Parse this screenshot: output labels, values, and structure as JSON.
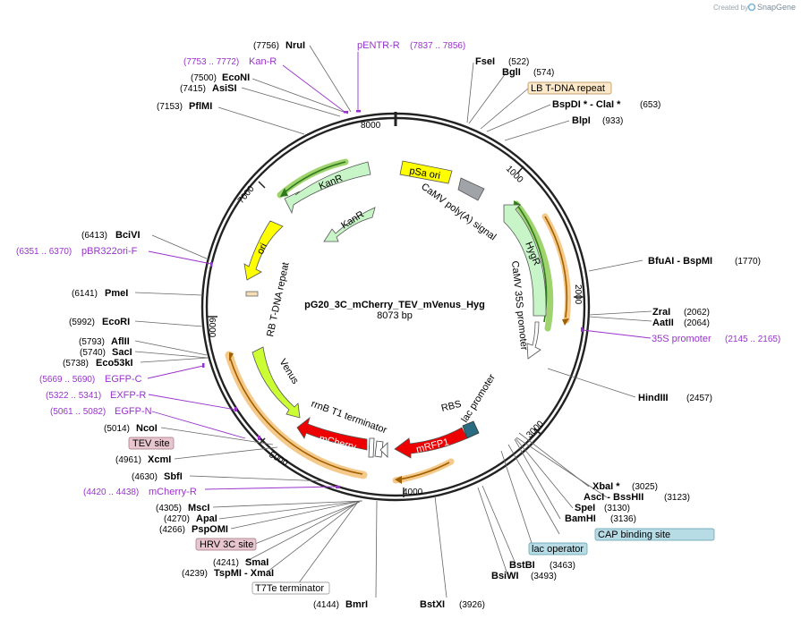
{
  "credit": "Created by",
  "brand": "SnapGene",
  "plasmid": {
    "name": "pG20_3C_mCherry_TEV_mVenus_Hyg",
    "size": "8073 bp"
  },
  "ticks": [
    "1000",
    "2000",
    "3000",
    "4000",
    "5000",
    "6000",
    "7000",
    "8000"
  ],
  "enzymes": [
    {
      "pos": "(7756)",
      "name": "NruI"
    },
    {
      "pos": "(522)",
      "name": "FseI"
    },
    {
      "pos": "(574)",
      "name": "BglI"
    },
    {
      "pos": "(7500)",
      "name": "EcoNI"
    },
    {
      "pos": "(7415)",
      "name": "AsiSI"
    },
    {
      "pos": "(7153)",
      "name": "PflMI"
    },
    {
      "pos": "(653)",
      "name": "BspDI * - ClaI *"
    },
    {
      "pos": "(933)",
      "name": "BlpI"
    },
    {
      "pos": "(6413)",
      "name": "BciVI"
    },
    {
      "pos": "(1770)",
      "name": "BfuAI - BspMI"
    },
    {
      "pos": "(6141)",
      "name": "PmeI"
    },
    {
      "pos": "(5992)",
      "name": "EcoRI"
    },
    {
      "pos": "(2062)",
      "name": "ZraI"
    },
    {
      "pos": "(2064)",
      "name": "AatII"
    },
    {
      "pos": "(5793)",
      "name": "AflII"
    },
    {
      "pos": "(5740)",
      "name": "SacI"
    },
    {
      "pos": "(5738)",
      "name": "Eco53kI"
    },
    {
      "pos": "(2457)",
      "name": "HindIII"
    },
    {
      "pos": "(5014)",
      "name": "NcoI"
    },
    {
      "pos": "(4961)",
      "name": "XcmI"
    },
    {
      "pos": "(4630)",
      "name": "SbfI"
    },
    {
      "pos": "(3025)",
      "name": "XbaI *"
    },
    {
      "pos": "(3123)",
      "name": "AscI - BssHII"
    },
    {
      "pos": "(3130)",
      "name": "SpeI"
    },
    {
      "pos": "(3136)",
      "name": "BamHI"
    },
    {
      "pos": "(4305)",
      "name": "MscI"
    },
    {
      "pos": "(4270)",
      "name": "ApaI"
    },
    {
      "pos": "(4266)",
      "name": "PspOMI"
    },
    {
      "pos": "(3463)",
      "name": "BstBI"
    },
    {
      "pos": "(3493)",
      "name": "BsiWI"
    },
    {
      "pos": "(4241)",
      "name": "SmaI"
    },
    {
      "pos": "(4239)",
      "name": "TspMI - XmaI"
    },
    {
      "pos": "(4144)",
      "name": "BmrI"
    },
    {
      "pos": "(3926)",
      "name": "BstXI"
    }
  ],
  "primers": [
    {
      "name": "pENTR-R",
      "pos": "(7837 .. 7856)"
    },
    {
      "name": "Kan-R",
      "pos": "(7753 .. 7772)"
    },
    {
      "name": "pBR322ori-F",
      "pos": "(6351 .. 6370)"
    },
    {
      "name": "35S promoter",
      "pos": "(2145 .. 2165)"
    },
    {
      "name": "EGFP-C",
      "pos": "(5669 .. 5690)"
    },
    {
      "name": "EXFP-R",
      "pos": "(5322 .. 5341)"
    },
    {
      "name": "EGFP-N",
      "pos": "(5061 .. 5082)"
    },
    {
      "name": "mCherry-R",
      "pos": "(4420 .. 4438)"
    }
  ],
  "boxed": [
    "LB T-DNA repeat",
    "TEV site",
    "CAP binding site",
    "lac operator",
    "HRV 3C site",
    "T7Te terminator"
  ],
  "features": {
    "psa_ori": "pSa ori",
    "camv_polya": "CaMV poly(A) signal",
    "kanr_outer": "KanR",
    "kanr_inner": "KanR",
    "hygr": "HygR",
    "camv_35s": "CaMV 35S promoter",
    "ori": "ori",
    "rb_tdna": "RB T-DNA repeat",
    "venus": "Venus",
    "rrnb": "rrnB T1 terminator",
    "mcherry": "mCherry",
    "mrfp1": "mRFP1",
    "rbs": "RBS",
    "lac_promoter": "lac promoter"
  },
  "colors": {
    "backbone": "#222222",
    "primer": "#9933cc",
    "yellow": "#ffff00",
    "green": "#c8f5c8",
    "lime": "#ccff33",
    "red": "#ee0000",
    "gray": "#a0a4a8",
    "orange_halo": "#f5c98a",
    "green_halo": "#9ed36e",
    "lb_box": "#fde9c9",
    "site_box": "#e8c6d0",
    "cap_box": "#b7dce6"
  }
}
